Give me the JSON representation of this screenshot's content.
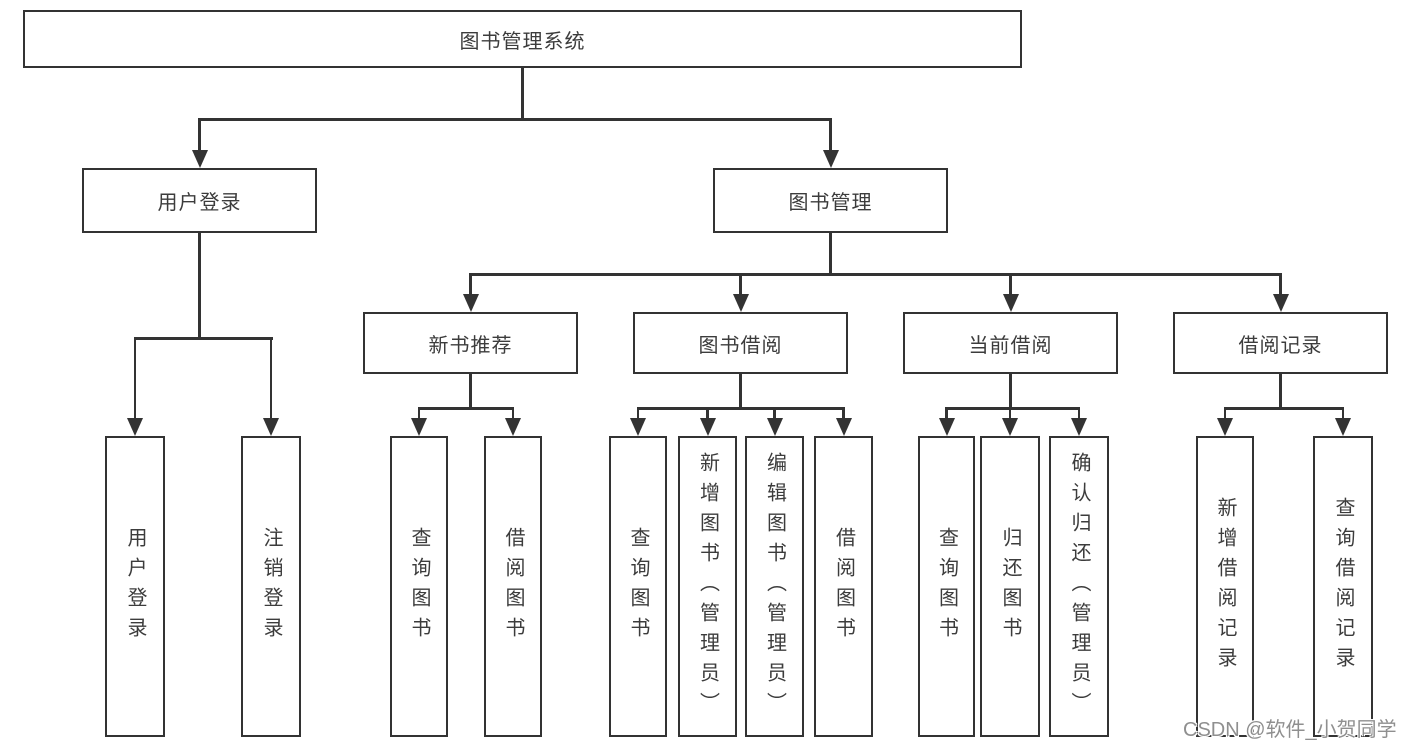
{
  "colors": {
    "line": "#333333",
    "text": "#3c3c3c",
    "watermark_text": "#8f8f8f",
    "background": "#ffffff"
  },
  "watermark": {
    "text": "CSDN @软件_小贺同学"
  },
  "diagram": {
    "root": {
      "label": "图书管理系统"
    },
    "level2": [
      {
        "label": "用户登录",
        "children": [
          "用户登录",
          "注销登录"
        ]
      },
      {
        "label": "图书管理"
      }
    ],
    "level3": [
      {
        "label": "新书推荐",
        "children": [
          "查询图书",
          "借阅图书"
        ]
      },
      {
        "label": "图书借阅",
        "children": [
          "查询图书",
          "新增图书（管理员）",
          "编辑图书（管理员）",
          "借阅图书"
        ]
      },
      {
        "label": "当前借阅",
        "children": [
          "查询图书",
          "归还图书",
          "确认归还（管理员）"
        ]
      },
      {
        "label": "借阅记录",
        "children": [
          "新增借阅记录",
          "查询借阅记录"
        ]
      }
    ]
  }
}
